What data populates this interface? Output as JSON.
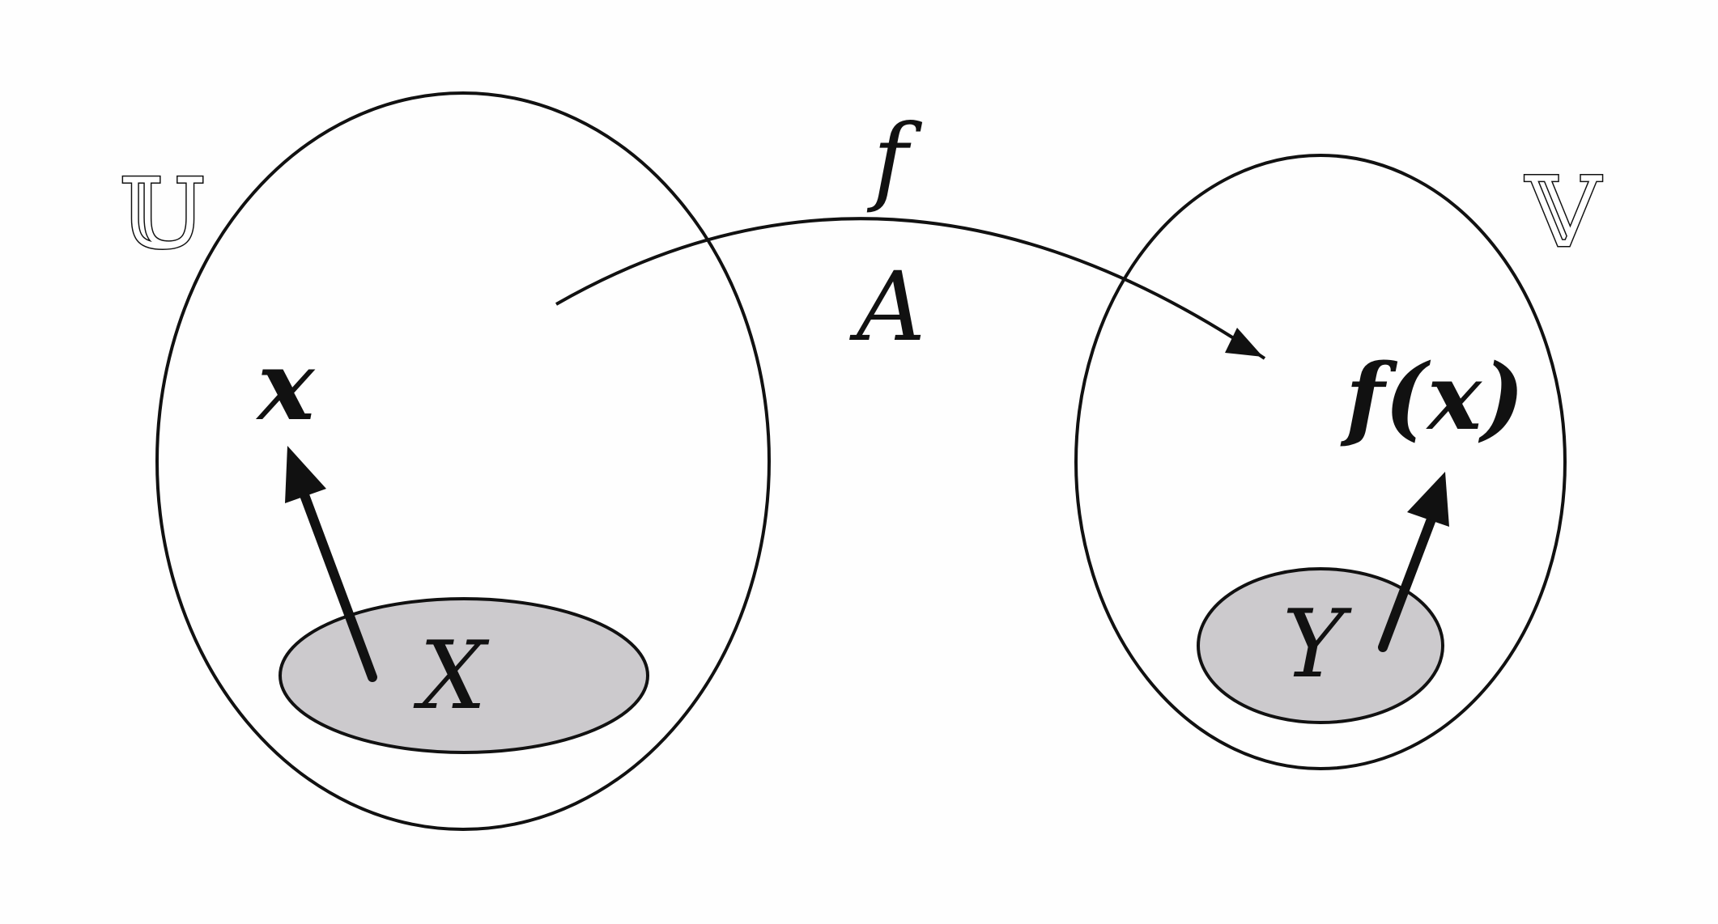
{
  "sets": {
    "domain_label": "𝕌",
    "codomain_label": "𝕍",
    "subset_left_label": "X",
    "subset_right_label": "Y"
  },
  "points": {
    "x_label": "x",
    "fx_label": "f(x)"
  },
  "mapping": {
    "function_label": "f",
    "operator_label": "A"
  },
  "colors": {
    "stroke": "#111111",
    "subset_fill": "#cccacd",
    "background": "#fefefe"
  }
}
